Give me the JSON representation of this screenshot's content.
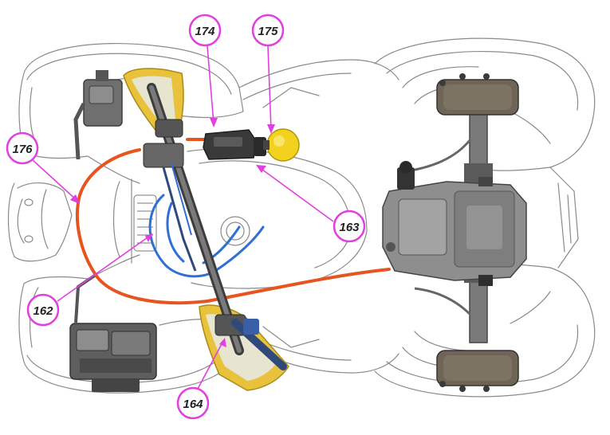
{
  "diagram": {
    "callouts": [
      {
        "id": "c174",
        "label": "174"
      },
      {
        "id": "c175",
        "label": "175"
      },
      {
        "id": "c176",
        "label": "176"
      },
      {
        "id": "c163",
        "label": "163"
      },
      {
        "id": "c162",
        "label": "162"
      },
      {
        "id": "c164",
        "label": "164"
      }
    ],
    "colors": {
      "outline": "#8a8a8a",
      "brake_line": "#e8541f",
      "wire_blue": "#2f6fd6",
      "callout": "#e040e0",
      "handlebar_guard": "#e8c23a",
      "metal": "#6f6f6f",
      "dark_metal": "#3d3d3d",
      "reservoir": "#f2d21e"
    }
  }
}
